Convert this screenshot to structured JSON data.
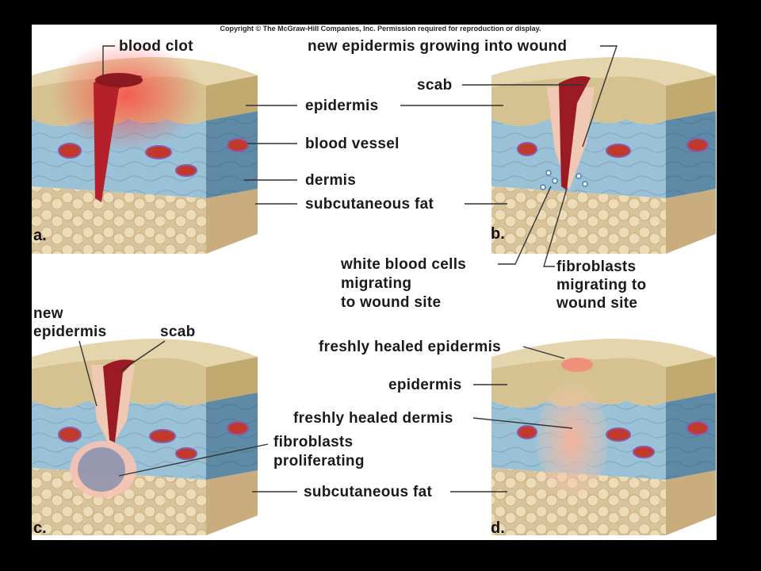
{
  "copyright": "Copyright © The McGraw-Hill Companies, Inc. Permission required for reproduction or display.",
  "panels": {
    "a": {
      "letter": "a.",
      "blood_clot": "blood clot",
      "epidermis": "epidermis",
      "blood_vessel": "blood  vessel",
      "dermis": "dermis",
      "subcutaneous_fat": "subcutaneous fat"
    },
    "b": {
      "letter": "b.",
      "new_epidermis": "new epidermis growing into wound",
      "scab": "scab",
      "white_blood_cells": [
        "white blood cells",
        "migrating",
        "to wound site"
      ],
      "fibroblasts": [
        "fibroblasts",
        "migrating to",
        "wound site"
      ]
    },
    "c": {
      "letter": "c.",
      "new_epidermis": [
        "new",
        "epidermis"
      ],
      "scab": "scab",
      "fibroblasts": [
        "fibroblasts",
        "proliferating"
      ]
    },
    "d": {
      "letter": "d.",
      "freshly_healed_epidermis": "freshly healed epidermis",
      "epidermis": "epidermis",
      "freshly_healed_dermis": "freshly healed dermis",
      "subcutaneous_fat": "subcutaneous fat"
    }
  },
  "colors": {
    "background": "#000000",
    "sheet": "#ffffff",
    "epidermis": "#d9c9a0",
    "dermis": "#8fb4cc",
    "fat": "#e8d6b0",
    "clot": "#c0392b"
  }
}
